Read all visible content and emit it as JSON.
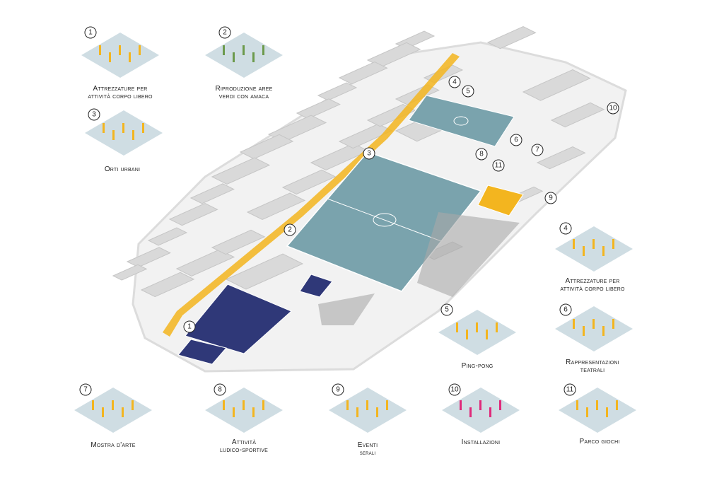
{
  "vignettes": [
    {
      "number": "1",
      "label": [
        "Attrezzature per",
        "attività corpo libero"
      ]
    },
    {
      "number": "2",
      "label": [
        "Riproduzione aree",
        "verdi con amaca"
      ]
    },
    {
      "number": "3",
      "label": [
        "Orti urbani"
      ]
    },
    {
      "number": "4",
      "label": [
        "Attrezzature per",
        "attività corpo libero"
      ]
    },
    {
      "number": "5",
      "label": [
        "Ping-pong"
      ]
    },
    {
      "number": "6",
      "label": [
        "Rappresentazioni",
        "teatrali"
      ]
    },
    {
      "number": "7",
      "label": [
        "Mostra d'arte"
      ]
    },
    {
      "number": "8",
      "label": [
        "Attività",
        "ludico-sportive"
      ]
    },
    {
      "number": "9",
      "label": [
        "Eventi",
        "serali"
      ]
    },
    {
      "number": "10",
      "label": [
        "Installazioni"
      ]
    },
    {
      "number": "11",
      "label": [
        "Parco giochi"
      ]
    }
  ],
  "map_markers": [
    "1",
    "2",
    "3",
    "4",
    "5",
    "6",
    "7",
    "8",
    "9",
    "10",
    "11"
  ],
  "colors": {
    "tile": "#cfdde3",
    "field": "#7aa3ad",
    "court": "#2f3878",
    "building": "#d8d8d8",
    "path": "#f3b51f",
    "green": "#a9c27a"
  }
}
